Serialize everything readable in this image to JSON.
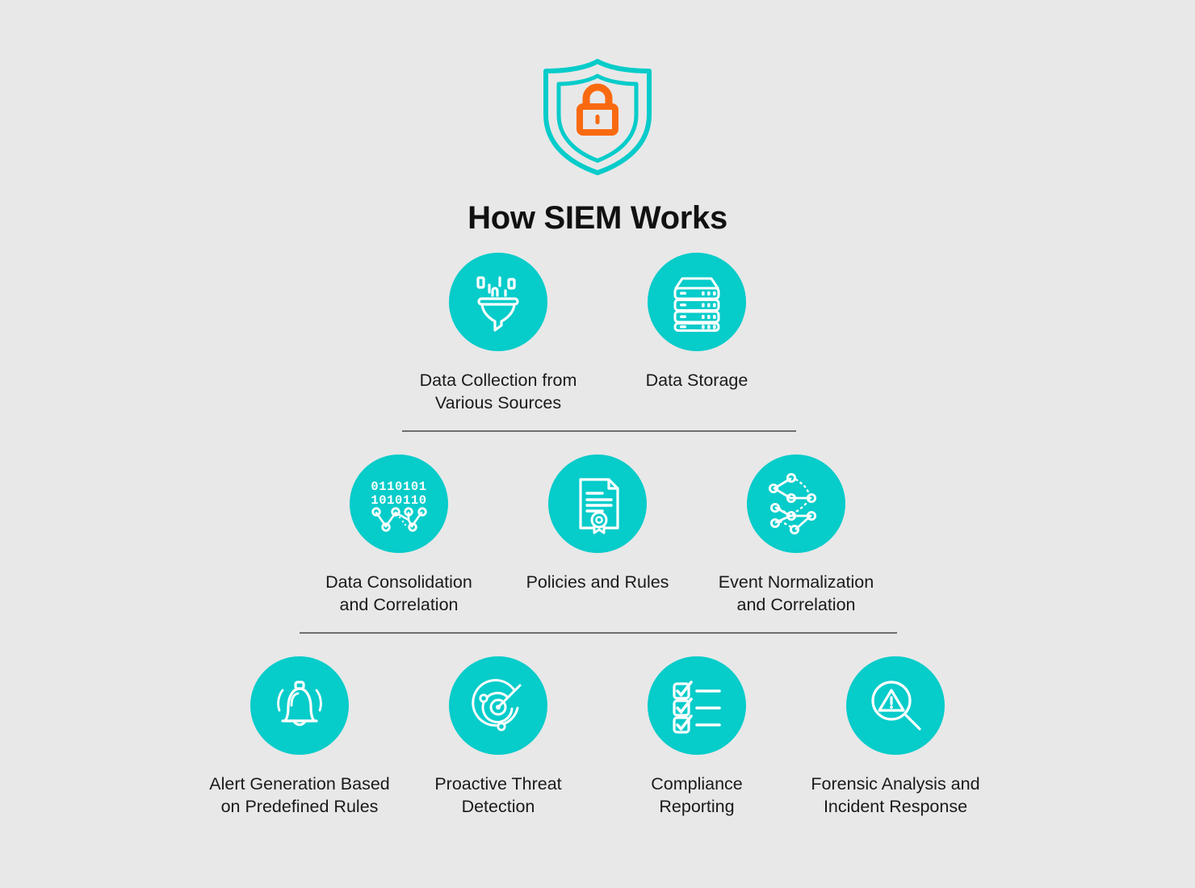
{
  "background_color": "#e8e8e8",
  "accent_color": "#06ccca",
  "lock_color": "#f96a10",
  "divider_color": "#6e6e6e",
  "header": {
    "title": "How SIEM Works",
    "shield_icon": "shield-lock-icon"
  },
  "rows": [
    {
      "id": "row-1",
      "nodes": [
        {
          "icon": "funnel-binary-icon",
          "label": "Data Collection from\nVarious Sources"
        },
        {
          "icon": "server-rack-icon",
          "label": "Data Storage"
        }
      ]
    },
    {
      "id": "row-2",
      "nodes": [
        {
          "icon": "binary-network-icon",
          "label": "Data Consolidation\nand Correlation"
        },
        {
          "icon": "certificate-document-icon",
          "label": "Policies and Rules"
        },
        {
          "icon": "node-graph-icon",
          "label": "Event Normalization\nand Correlation"
        }
      ]
    },
    {
      "id": "row-3",
      "nodes": [
        {
          "icon": "bell-alert-icon",
          "label": "Alert Generation Based\non Predefined Rules"
        },
        {
          "icon": "radar-icon",
          "label": "Proactive Threat\nDetection"
        },
        {
          "icon": "checklist-icon",
          "label": "Compliance\nReporting"
        },
        {
          "icon": "magnifier-warning-icon",
          "label": "Forensic Analysis and\nIncident Response"
        }
      ]
    }
  ]
}
